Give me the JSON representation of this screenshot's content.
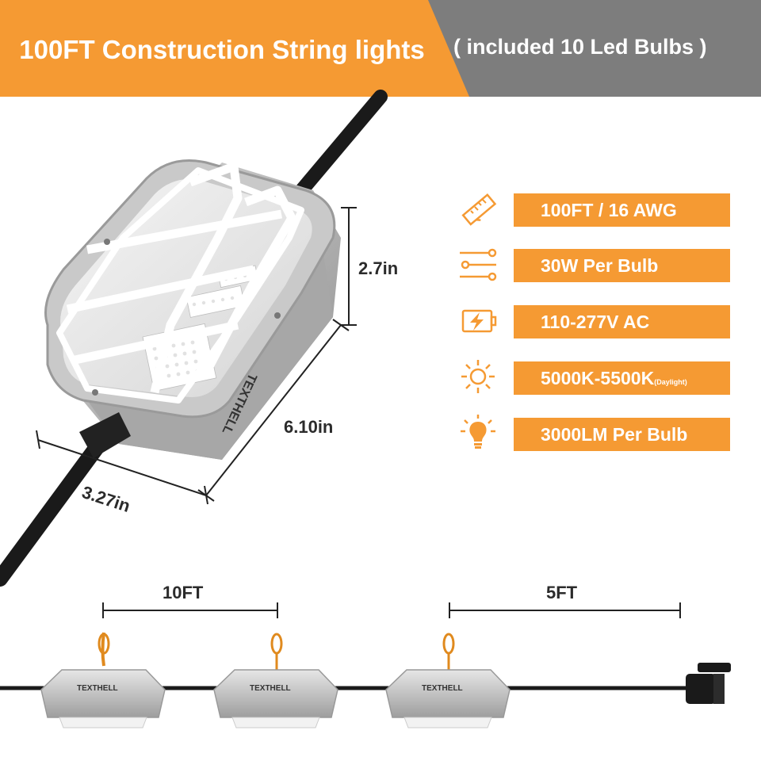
{
  "banner": {
    "title": "100FT Construction String lights",
    "subtitle": "( included 10 Led Bulbs )",
    "colors": {
      "orange": "#f59a33",
      "gray": "#7d7d7d"
    }
  },
  "specs": [
    {
      "icon": "ruler-icon",
      "label": "100FT / 16 AWG",
      "suffix": ""
    },
    {
      "icon": "sliders-icon",
      "label": "30W Per Bulb",
      "suffix": ""
    },
    {
      "icon": "battery-bolt-icon",
      "label": "110-277V AC",
      "suffix": ""
    },
    {
      "icon": "sun-icon",
      "label": "5000K-5500K",
      "suffix": "(Daylight)"
    },
    {
      "icon": "lightbulb-icon",
      "label": "3000LM Per Bulb",
      "suffix": ""
    }
  ],
  "dimensions": {
    "height": "2.7in",
    "length": "6.10in",
    "width": "3.27in"
  },
  "spacing": {
    "between_bulbs": "10FT",
    "to_plug": "5FT"
  },
  "brand": "TEXTHELL",
  "accent_color": "#f59a33"
}
